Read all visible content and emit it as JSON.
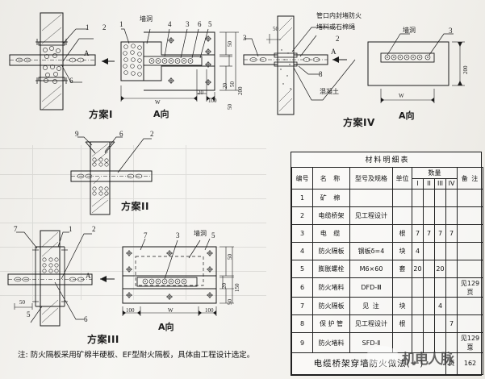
{
  "document": {
    "sheet_title": "电缆桥架穿墙防火做法(一)",
    "page_label": "页",
    "page_number": "162",
    "note": "注: 防火隔板采用矿棉半硬板、EF型耐火隔板，具体由工程设计选定。"
  },
  "watermark": {
    "text": "机电人脉",
    "mark": "®"
  },
  "schemes": [
    {
      "id": "scheme-1",
      "name": "方案I",
      "view_label": "A向",
      "section_callouts": [
        "1",
        "2",
        "6"
      ],
      "section_arrow": "A",
      "view_callouts": [
        "1",
        "4",
        "3",
        "6",
        "5"
      ],
      "view_text": "墙洞",
      "dims_vertical": [
        "50",
        "20",
        "50",
        "200",
        "50"
      ],
      "dims_horizontal": [
        "W",
        "20",
        "100"
      ]
    },
    {
      "id": "scheme-2",
      "name": "方案II",
      "section_callouts": [
        "9",
        "6",
        "2"
      ]
    },
    {
      "id": "scheme-3",
      "name": "方案III",
      "view_label": "A向",
      "section_callouts": [
        "7",
        "1",
        "2",
        "6",
        "5"
      ],
      "section_arrow": "A",
      "section_dim": "50",
      "view_callouts": [
        "7",
        "3",
        "5"
      ],
      "view_text": "墙洞",
      "dims_vertical": [
        "50",
        "20",
        "150",
        "50"
      ],
      "dims_horizontal": [
        "100",
        "W",
        "100"
      ]
    },
    {
      "id": "scheme-4",
      "name": "方案IV",
      "view_label": "A向",
      "section_callouts": [
        "3",
        "2",
        "8"
      ],
      "section_arrow": "A",
      "section_dim": "50",
      "annotation_line1": "管口内封堵防火",
      "annotation_line2": "堵料或石棉绳",
      "annotation_concrete": "混凝土",
      "view_callouts": [
        "3"
      ],
      "view_text": "墙洞",
      "dims_vertical": [
        "200"
      ],
      "dims_horizontal": [
        "W"
      ]
    }
  ],
  "material_table": {
    "title": "材料明细表",
    "headers": {
      "no": "编号",
      "name": "名  称",
      "model": "型号及规格",
      "unit": "单位",
      "qty_group": "数量",
      "qty_cols": [
        "I",
        "II",
        "III",
        "IV"
      ],
      "remark": "备  注"
    },
    "rows": [
      {
        "no": "1",
        "name": "矿  棉",
        "model": "",
        "unit": "",
        "q1": "",
        "q2": "",
        "q3": "",
        "q4": "",
        "remark": ""
      },
      {
        "no": "2",
        "name": "电缆桥架",
        "model": "见工程设计",
        "unit": "",
        "q1": "",
        "q2": "",
        "q3": "",
        "q4": "",
        "remark": ""
      },
      {
        "no": "3",
        "name": "电  缆",
        "model": "",
        "unit": "根",
        "q1": "7",
        "q2": "7",
        "q3": "7",
        "q4": "7",
        "remark": ""
      },
      {
        "no": "4",
        "name": "防火隔板",
        "model": "钢板δ=4",
        "unit": "块",
        "q1": "4",
        "q2": "",
        "q3": "",
        "q4": "",
        "remark": ""
      },
      {
        "no": "5",
        "name": "膨胀螺栓",
        "model": "M6×60",
        "unit": "套",
        "q1": "20",
        "q2": "",
        "q3": "20",
        "q4": "",
        "remark": ""
      },
      {
        "no": "6",
        "name": "防火堵料",
        "model": "DFD-Ⅲ",
        "unit": "",
        "q1": "",
        "q2": "",
        "q3": "",
        "q4": "",
        "remark": "见129页"
      },
      {
        "no": "7",
        "name": "防火隔板",
        "model": "见  注",
        "unit": "块",
        "q1": "",
        "q2": "",
        "q3": "4",
        "q4": "",
        "remark": ""
      },
      {
        "no": "8",
        "name": "保 护 管",
        "model": "见工程设计",
        "unit": "根",
        "q1": "",
        "q2": "",
        "q3": "",
        "q4": "7",
        "remark": ""
      },
      {
        "no": "9",
        "name": "防火堵料",
        "model": "SFD-Ⅱ",
        "unit": "",
        "q1": "",
        "q2": "",
        "q3": "",
        "q4": "",
        "remark": "见129页"
      }
    ]
  }
}
